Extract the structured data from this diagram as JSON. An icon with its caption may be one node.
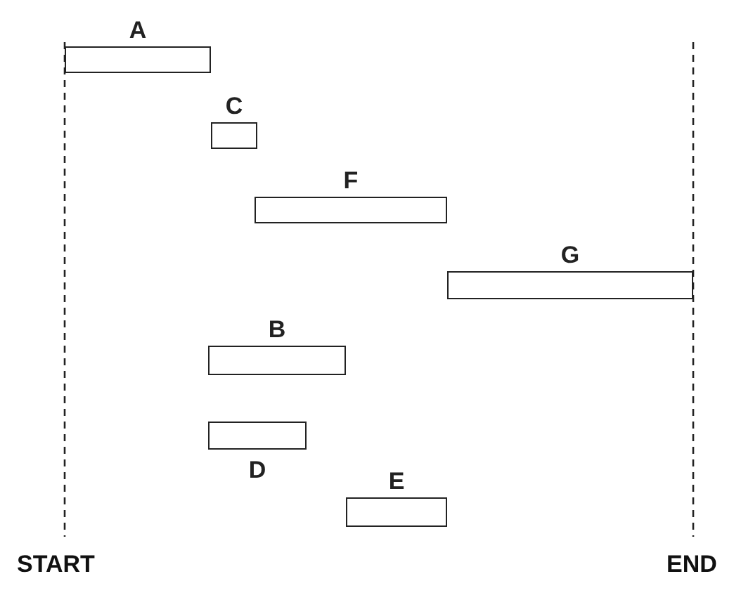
{
  "diagram": {
    "nodes": [
      {
        "text": [
          "A"
        ]
      },
      {
        "text": [
          "C"
        ]
      },
      {
        "text": [
          "F"
        ]
      },
      {
        "text": [
          "G"
        ]
      },
      {
        "text": [
          "B"
        ]
      },
      {
        "text": [
          "D"
        ]
      },
      {
        "text": [
          "E"
        ]
      }
    ],
    "labels": [
      "START",
      "END"
    ]
  }
}
